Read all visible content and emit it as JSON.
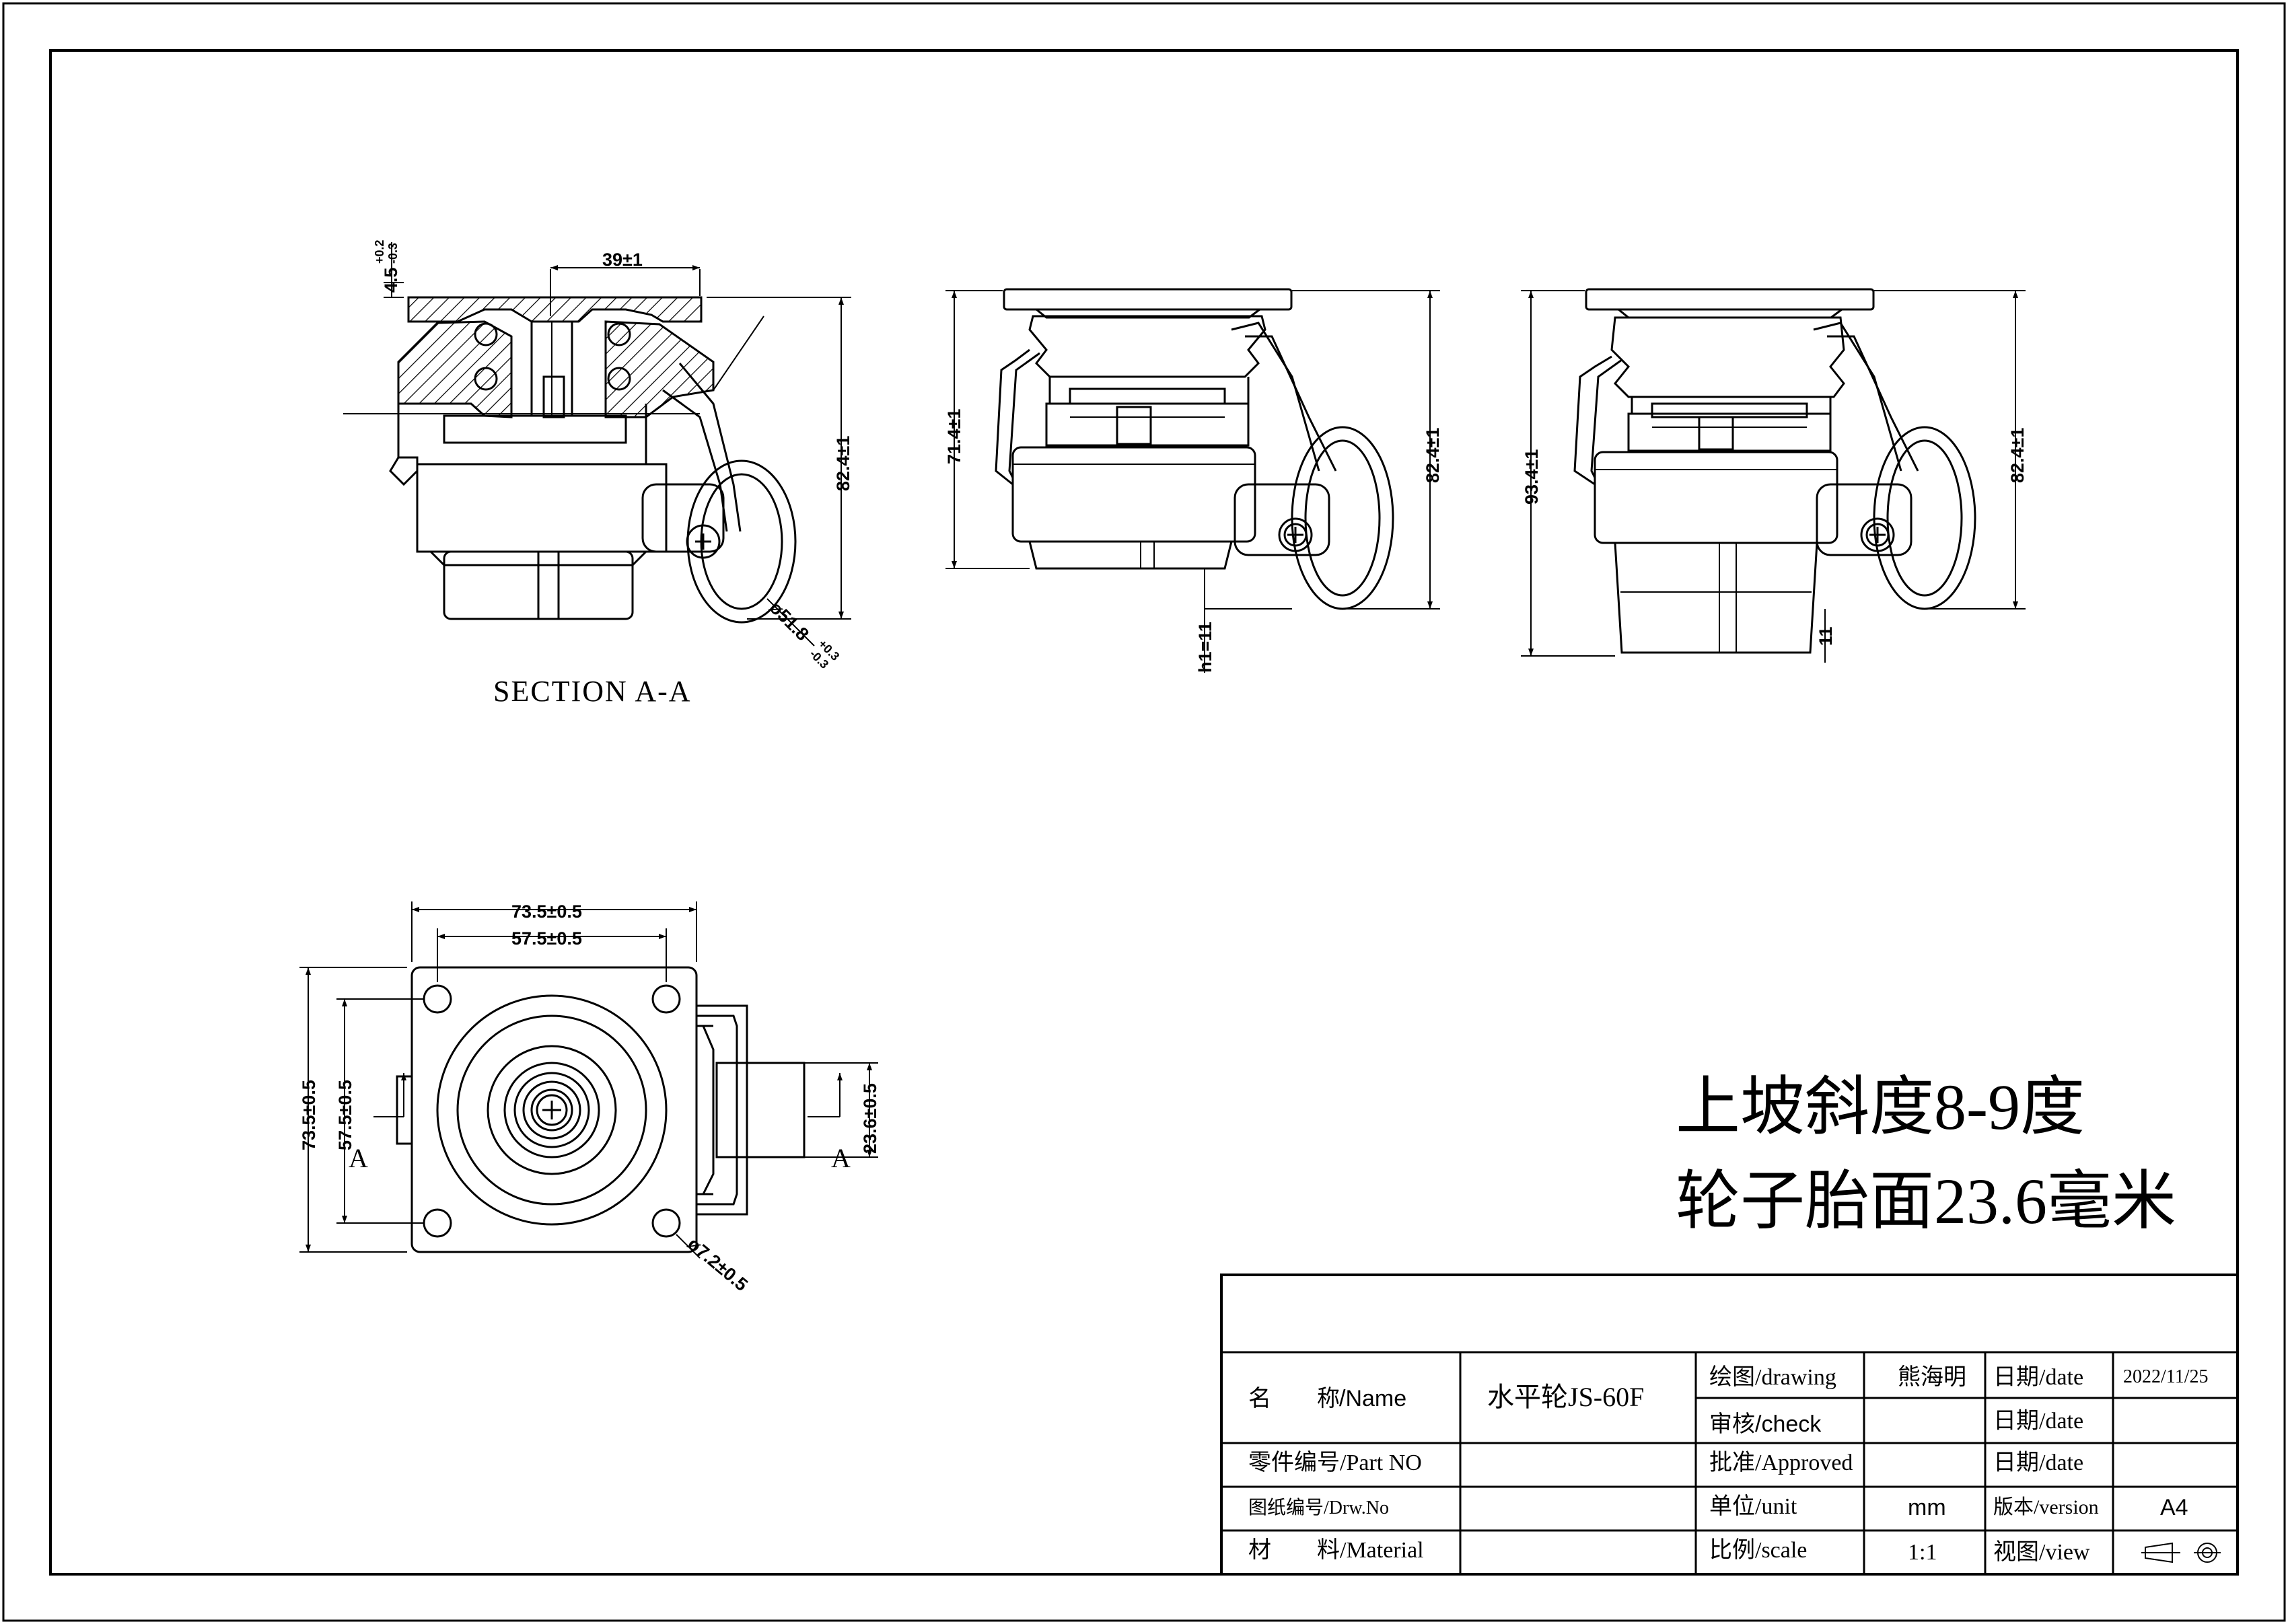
{
  "section_view": {
    "title": "SECTION A-A",
    "dims": {
      "top_thickness": "4.5",
      "top_thickness_tol_upper": "+0.2",
      "top_thickness_tol_lower": "-0.3",
      "center_width": "39±1",
      "height": "82.4±1",
      "wheel_dia": "ø51.8",
      "wheel_dia_tol_upper": "+0.3",
      "wheel_dia_tol_lower": "-0.3"
    }
  },
  "middle_view": {
    "dims": {
      "left_height": "71.4±1",
      "right_height": "82.4±1",
      "bottom": "h1=11"
    }
  },
  "right_view": {
    "dims": {
      "left_height": "93.4±1",
      "right_height": "82.4±1",
      "bottom": "11"
    }
  },
  "plan_view": {
    "dims": {
      "outer_width": "73.5±0.5",
      "inner_width": "57.5±0.5",
      "outer_height": "73.5±0.5",
      "inner_height": "57.5±0.5",
      "wheel_width": "23.6±0.5",
      "hole_dia": "ø7.2±0.5"
    },
    "section_marker": "A"
  },
  "notes": {
    "line1": "上坡斜度8-9度",
    "line2": "轮子胎面23.6毫米"
  },
  "title_block": {
    "name_label_cn": "名　　称",
    "name_label_en": "/Name",
    "name_value": "水平轮JS-60F",
    "part_no_label": "零件编号/Part NO",
    "drw_no_label": "图纸编号/Drw.No",
    "material_label": "材　　料/Material",
    "drawing_label": "绘图/drawing",
    "drawing_value": "熊海明",
    "check_label_cn": "审核",
    "check_label_en": "/check",
    "approved_label": "批准/Approved",
    "unit_label": "单位/unit",
    "unit_value": "mm",
    "scale_label": "比例/scale",
    "scale_value": "1:1",
    "date_label": "日期/date",
    "date_value": "2022/11/25",
    "version_label": "版本/version",
    "version_value": "A4",
    "view_label": "视图/view"
  }
}
